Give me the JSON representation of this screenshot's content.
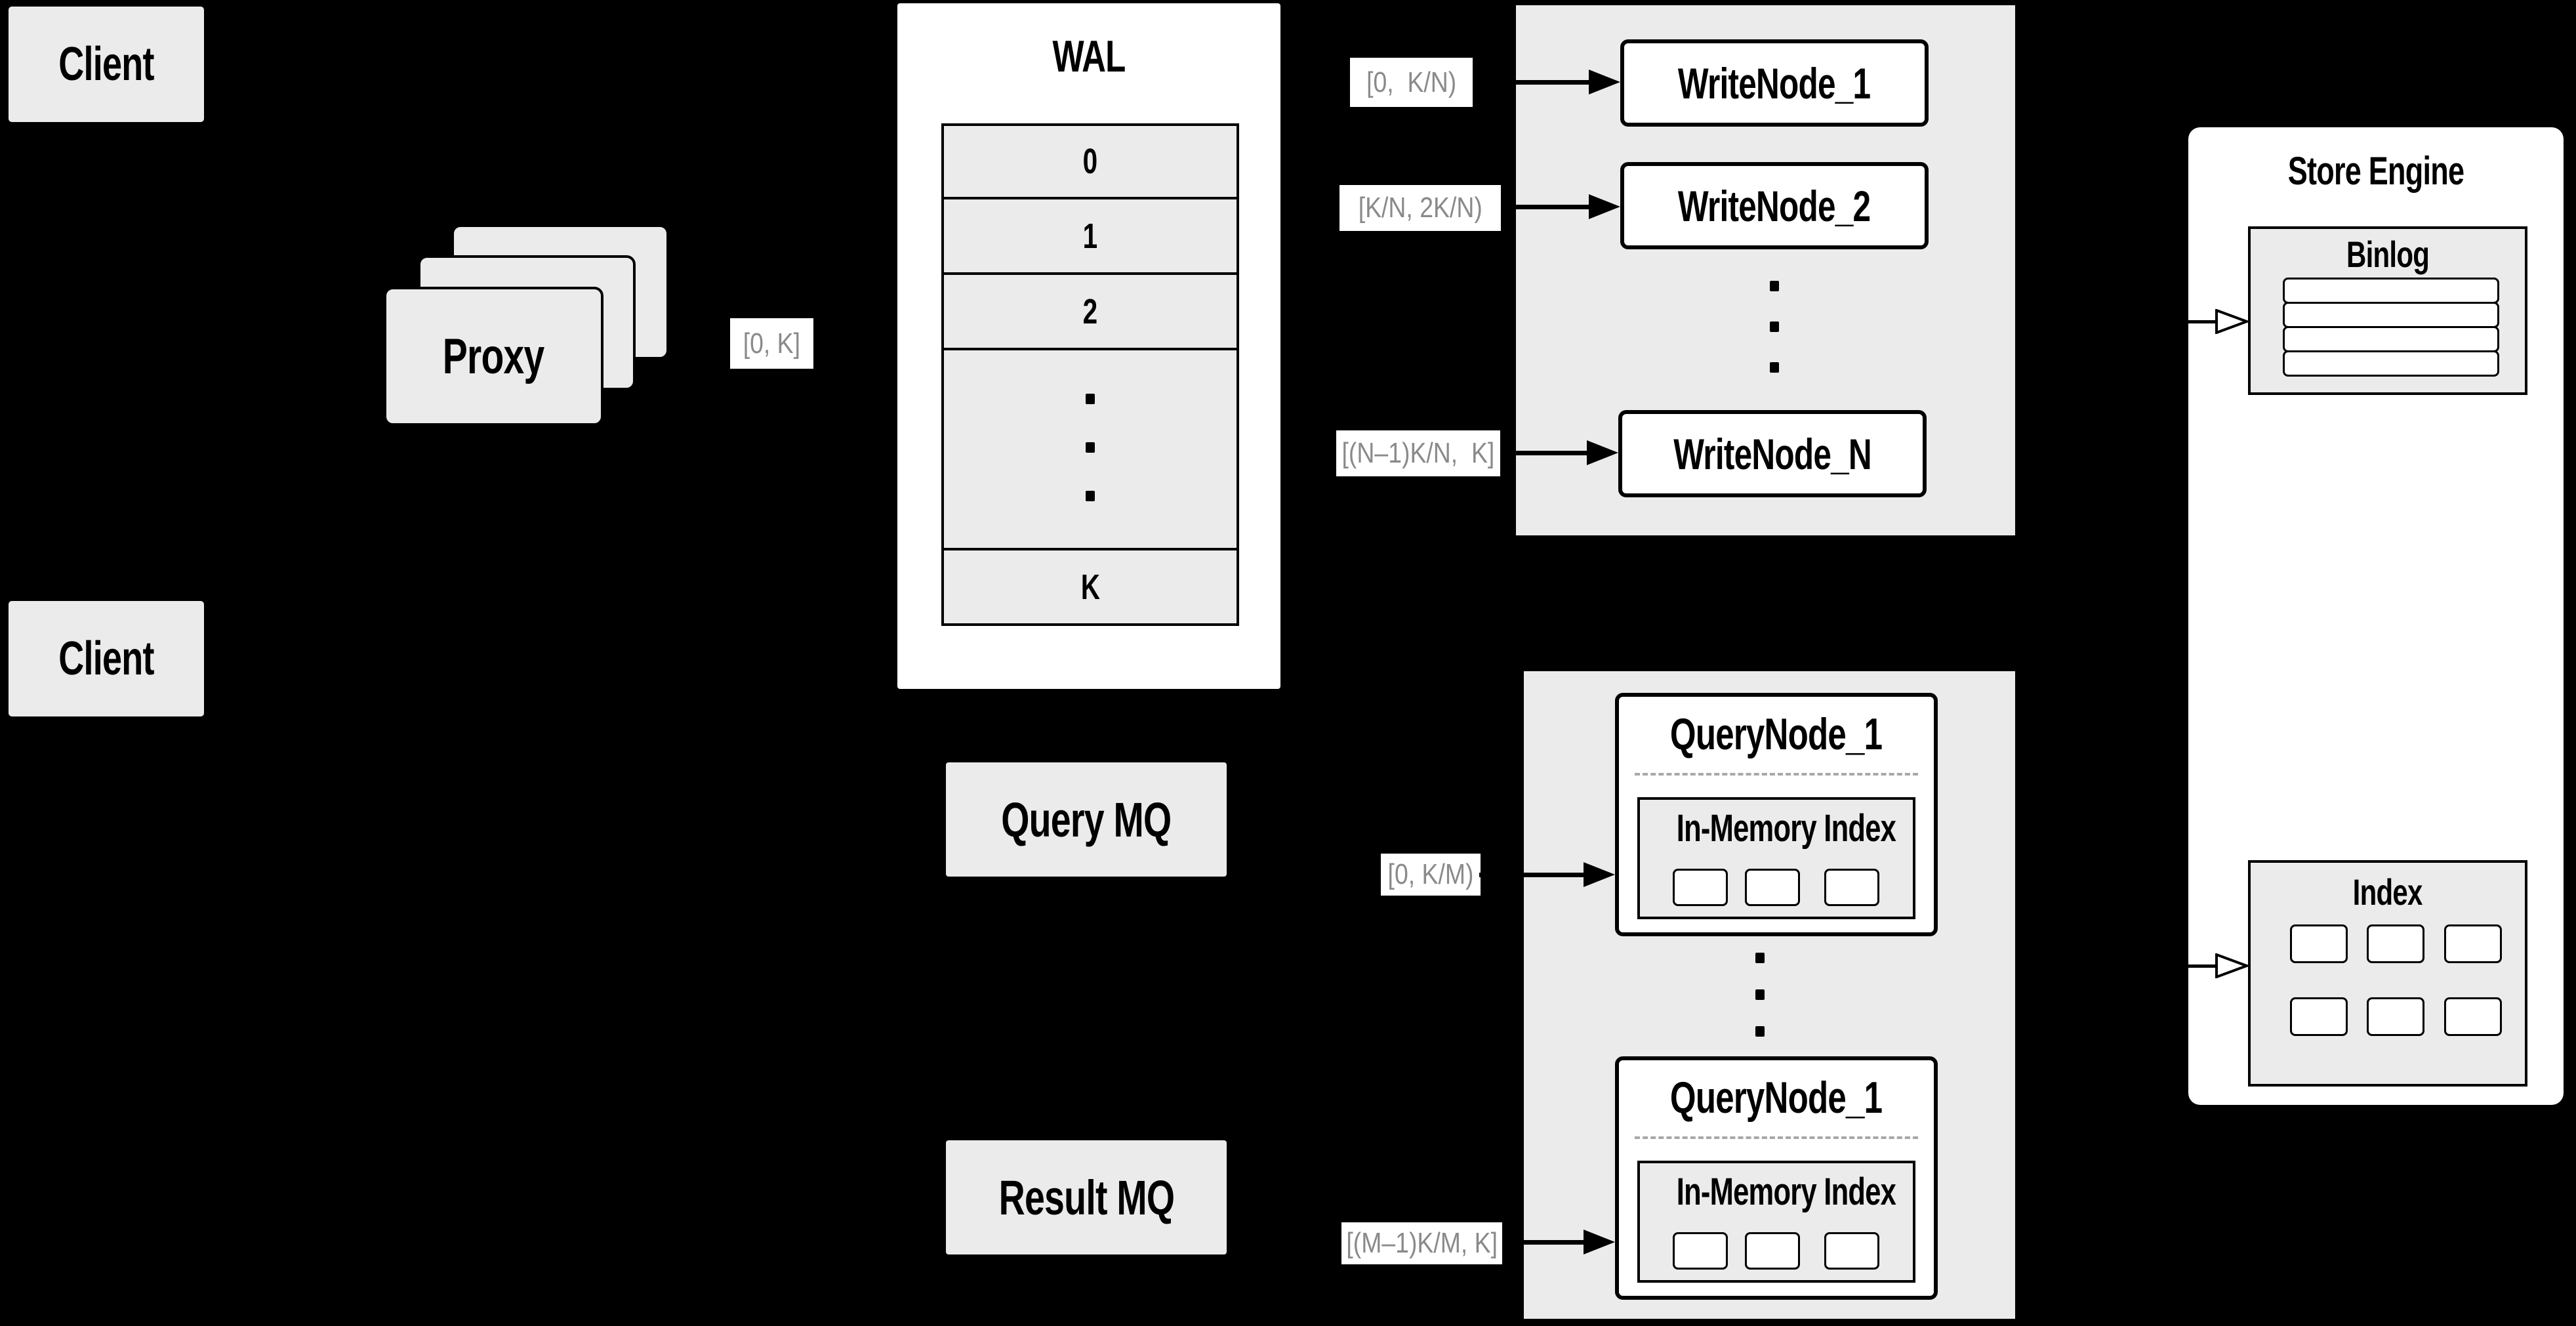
{
  "diagram_title": "milvus-write-query-path-architecture",
  "colors": {
    "background": "#000000",
    "box_gray": "#ebebeb",
    "box_white": "#ffffff",
    "line": "#000000",
    "range_label_text": "#8a8a8a",
    "dashed_divider": "#a8a8a8"
  },
  "clients": {
    "top": "Client",
    "bottom": "Client"
  },
  "proxy": {
    "label": "Proxy"
  },
  "range_labels": {
    "proxy_to_wal": "[0, K]",
    "wal_to_wn1": "[0,  K/N)",
    "wal_to_wn2": "[K/N, 2K/N)",
    "wal_to_wnN": "[(N–1)K/N,  K]",
    "mq_to_qn1": "[0, K/M)",
    "mq_to_qn2": "[(M–1)K/M, K]"
  },
  "wal": {
    "title": "WAL",
    "rows": [
      "0",
      "1",
      "2",
      "K"
    ]
  },
  "write_nodes": {
    "node1": "WriteNode_1",
    "node2": "WriteNode_2",
    "nodeN": "WriteNode_N"
  },
  "mq": {
    "query": "Query MQ",
    "result": "Result MQ"
  },
  "query_nodes": {
    "node1_title": "QueryNode_1",
    "node2_title": "QueryNode_1",
    "in_memory_label_1": "In-Memory Index",
    "in_memory_label_2": "In-Memory Index"
  },
  "store_engine": {
    "title": "Store Engine",
    "binlog": "Binlog",
    "index": "Index"
  }
}
